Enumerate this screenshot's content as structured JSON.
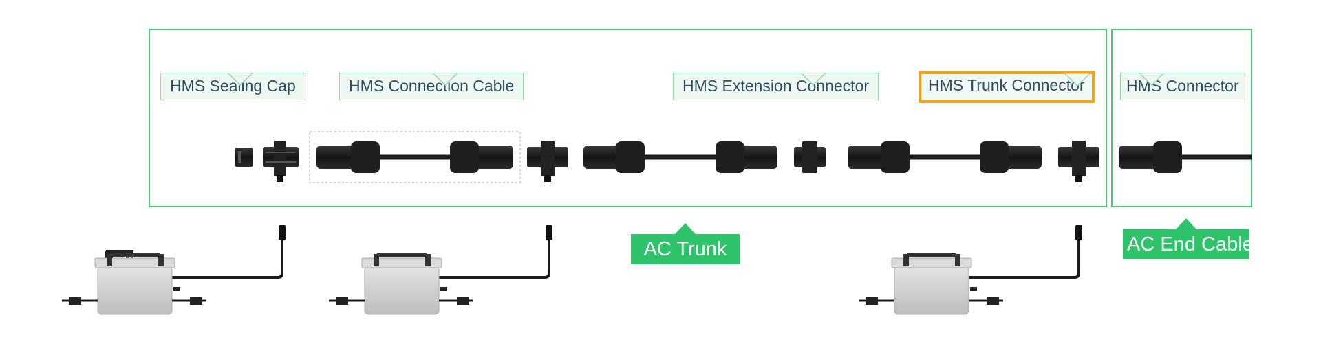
{
  "callouts": {
    "sealing_cap": "HMS Sealing Cap",
    "connection_cable": "HMS Connection Cable",
    "extension_connector": "HMS Extension Connector",
    "trunk_connector": "HMS Trunk Connector",
    "hms_connector": "HMS Connector"
  },
  "badges": {
    "ac_trunk": "AC Trunk",
    "ac_end_cable": "AC End Cable"
  },
  "colors": {
    "frame_green": "#4cc77a",
    "badge_green": "#2ec26a",
    "callout_fill": "#eef8f1",
    "highlight_orange": "#f0a51c",
    "cable_black": "#1c1c1c",
    "inverter_gray": "#cfcfcf"
  },
  "icons": [
    "microinverter-icon",
    "connector-icon",
    "sealing-cap-icon",
    "cable-icon"
  ]
}
